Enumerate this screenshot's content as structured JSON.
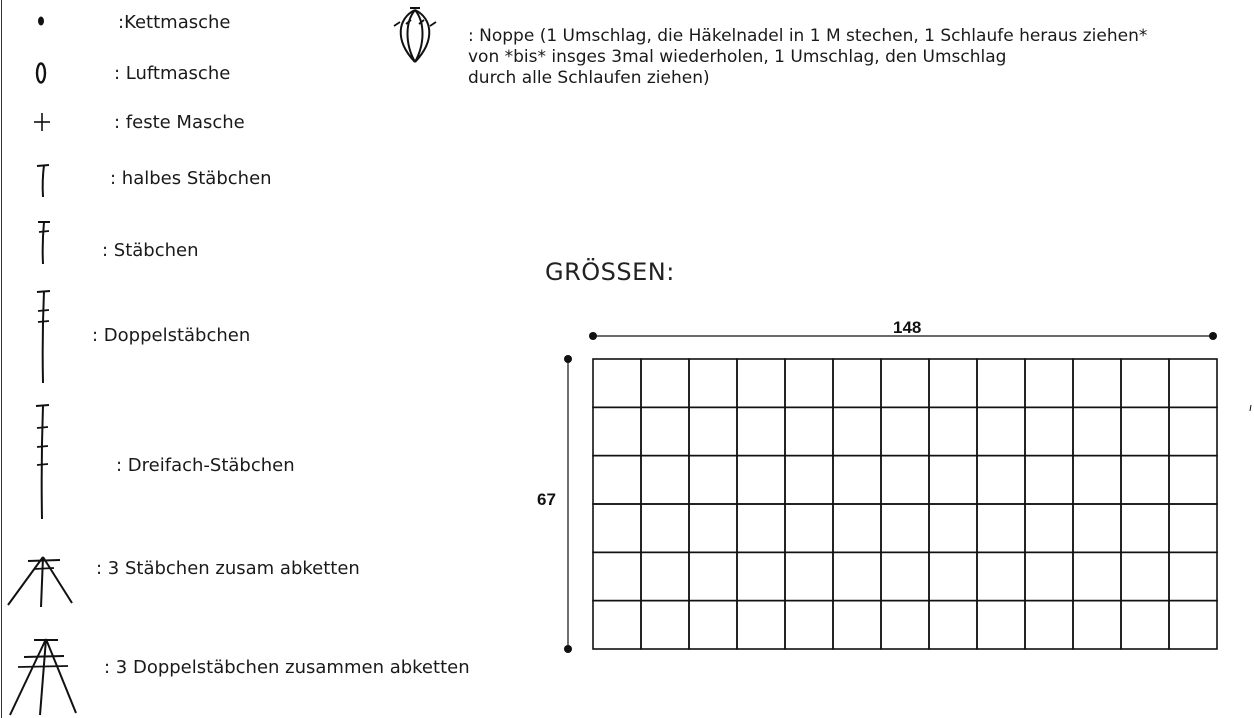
{
  "legend": [
    {
      "icon": "slip-stitch-icon",
      "label": ":Kettmasche"
    },
    {
      "icon": "chain-stitch-icon",
      "label": ": Luftmasche"
    },
    {
      "icon": "single-crochet-icon",
      "label": ": feste Masche"
    },
    {
      "icon": "half-double-crochet-icon",
      "label": ": halbes Stäbchen"
    },
    {
      "icon": "double-crochet-icon",
      "label": ": Stäbchen"
    },
    {
      "icon": "treble-crochet-icon",
      "label": ": Doppelstäbchen"
    },
    {
      "icon": "double-treble-crochet-icon",
      "label": ": Dreifach-Stäbchen"
    },
    {
      "icon": "three-dc-cluster-icon",
      "label": ": 3 Stäbchen zusam abketten"
    },
    {
      "icon": "three-tr-cluster-icon",
      "label": ": 3 Doppelstäbchen zusammen abketten"
    }
  ],
  "noppe": {
    "icon": "bobble-stitch-icon",
    "lines": [
      ": Noppe (1 Umschlag, die Häkelnadel in 1 M stechen, 1 Schlaufe heraus ziehen*",
      "von *bis* insges 3mal wiederholen, 1 Umschlag, den Umschlag",
      "durch alle Schlaufen ziehen)"
    ]
  },
  "sizes": {
    "title": "GRÖSSEN:",
    "width_label": "148",
    "height_label": "67",
    "grid_columns": 13,
    "grid_rows": 6
  },
  "colors": {
    "line": "#111111",
    "background": "#ffffff"
  }
}
